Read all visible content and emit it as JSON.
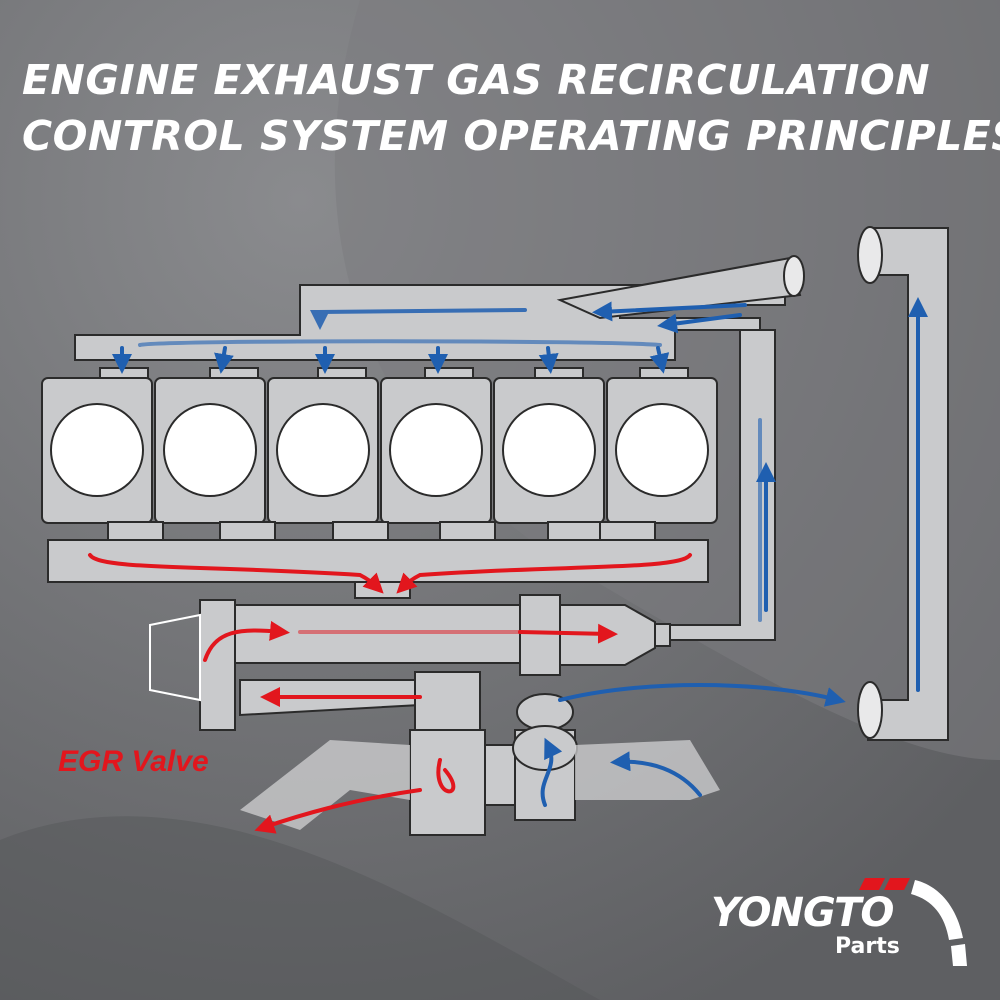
{
  "title": {
    "line1": "ENGINE EXHAUST GAS RECIRCULATION",
    "line2": "CONTROL SYSTEM OPERATING PRINCIPLES"
  },
  "labels": {
    "egr_valve": "EGR Valve"
  },
  "brand": {
    "name": "YONGTO",
    "sub": "Parts"
  },
  "diagram": {
    "cylinder_count": 6,
    "flows": {
      "exhaust": "red",
      "intake": "blue"
    }
  },
  "colors": {
    "background": "#6e6f72",
    "component_fill": "#c9cacc",
    "outline": "#2b2b2b",
    "exhaust_flow": "#e2161d",
    "intake_flow": "#1f5fb0",
    "title_text": "#ffffff",
    "brand_accent": "#e2161d"
  }
}
